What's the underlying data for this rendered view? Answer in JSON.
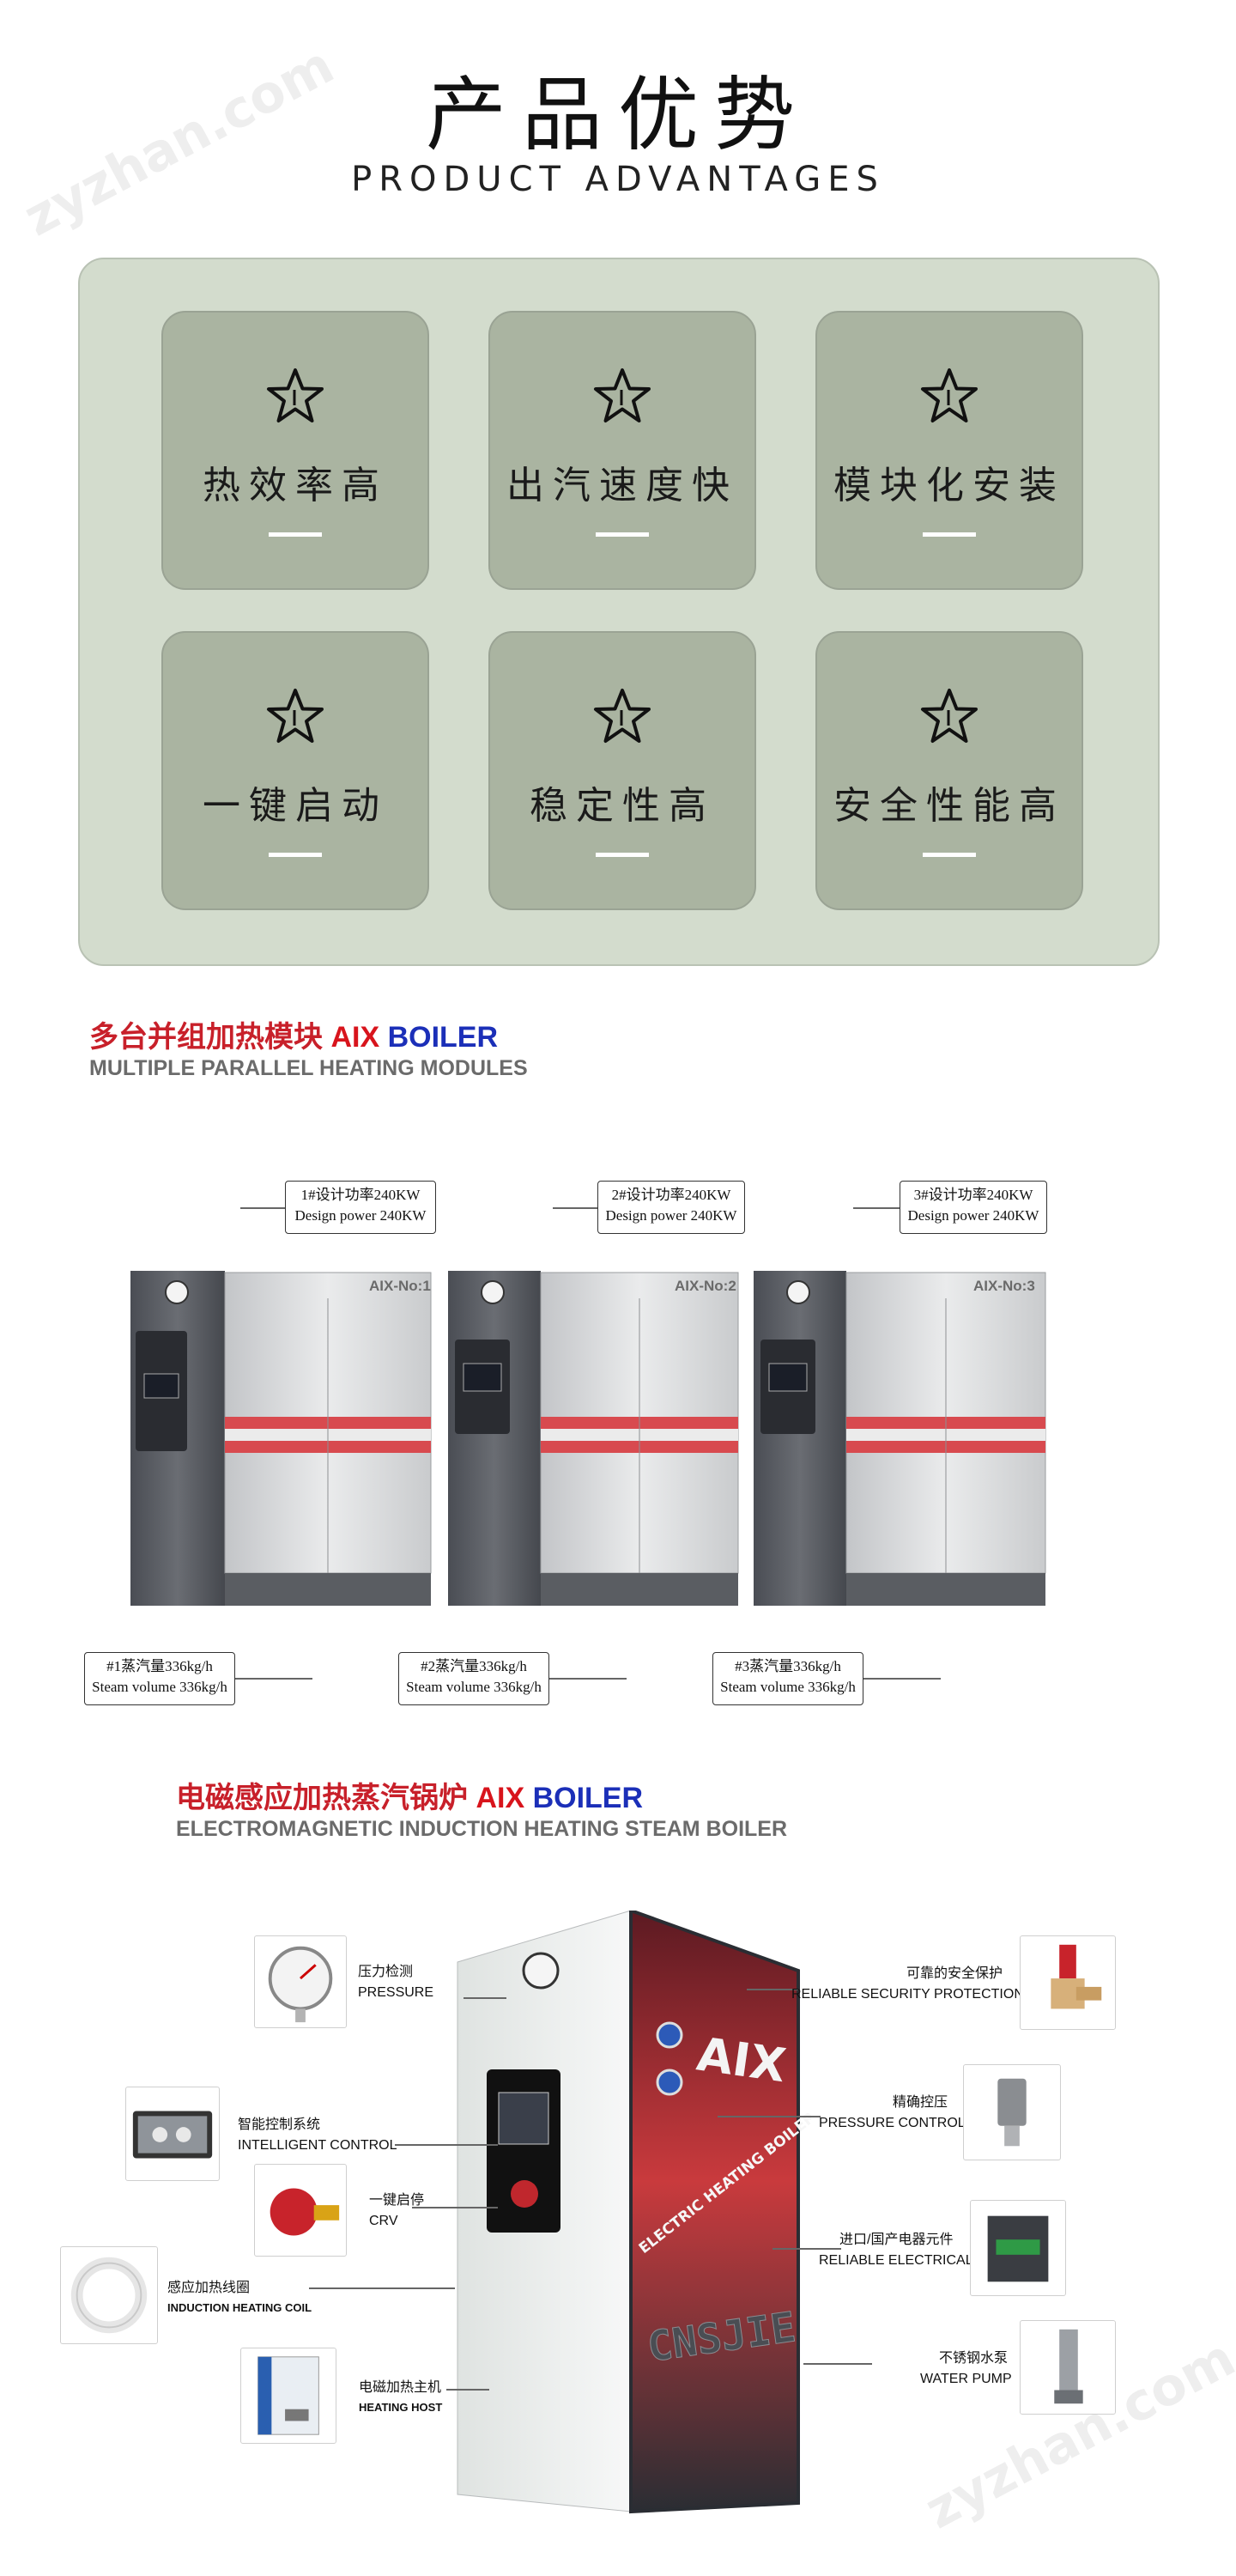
{
  "watermarks": [
    "zyzhan.com",
    "zyzhan.com"
  ],
  "header": {
    "title_zh": "产品优势",
    "title_en": "PRODUCT ADVANTAGES"
  },
  "advantages": [
    {
      "label": "热效率高",
      "icon": "star-icon"
    },
    {
      "label": "出汽速度快",
      "icon": "star-icon"
    },
    {
      "label": "模块化安装",
      "icon": "star-icon"
    },
    {
      "label": "一键启动",
      "icon": "star-icon"
    },
    {
      "label": "稳定性高",
      "icon": "star-icon"
    },
    {
      "label": "安全性能高",
      "icon": "star-icon"
    }
  ],
  "section_modules": {
    "title_zh": "多台并组加热模块",
    "brand_aix": "AIX",
    "brand_boiler": "BOILER",
    "title_en": "MULTIPLE PARALLEL HEATING MODULES",
    "units": [
      {
        "design_zh": "1#设计功率240KW",
        "design_en": "Design power 240KW",
        "model": "AIX-No:1",
        "steam_zh": "#1蒸汽量336kg/h",
        "steam_en": "Steam volume 336kg/h"
      },
      {
        "design_zh": "2#设计功率240KW",
        "design_en": "Design power 240KW",
        "model": "AIX-No:2",
        "steam_zh": "#2蒸汽量336kg/h",
        "steam_en": "Steam volume 336kg/h"
      },
      {
        "design_zh": "3#设计功率240KW",
        "design_en": "Design power 240KW",
        "model": "AIX-No:3",
        "steam_zh": "#3蒸汽量336kg/h",
        "steam_en": "Steam volume 336kg/h"
      }
    ]
  },
  "section_boiler": {
    "title_zh": "电磁感应加热蒸汽锅炉",
    "brand_aix": "AIX",
    "brand_boiler": "BOILER",
    "title_en": "ELECTROMAGNETIC INDUCTION HEATING STEAM BOILER",
    "cabinet_text": {
      "logo": "AIX",
      "banner": "ELECTRIC HEATING BOILER",
      "maker": "CNSJIE"
    },
    "left_features": [
      {
        "zh": "压力检测",
        "en": "PRESSURE",
        "icon": "pressure-gauge-icon"
      },
      {
        "zh": "智能控制系统",
        "en": "INTELLIGENT CONTROL",
        "icon": "touch-screen-icon"
      },
      {
        "zh": "一键启停",
        "en": "CRV",
        "icon": "emergency-stop-icon"
      },
      {
        "zh": "感应加热线圈",
        "en": "INDUCTION HEATING COIL",
        "icon": "coil-icon"
      },
      {
        "zh": "电磁加热主机",
        "en": "HEATING HOST",
        "icon": "heating-host-icon"
      }
    ],
    "right_features": [
      {
        "zh": "可靠的安全保护",
        "en": "RELIABLE SECURITY PROTECTION",
        "icon": "safety-valve-icon"
      },
      {
        "zh": "精确控压",
        "en": "PRESSURE CONTROL",
        "icon": "pressure-sensor-icon"
      },
      {
        "zh": "进口/国产电器元件",
        "en": "RELIABLE ELECTRICAL",
        "icon": "contactor-icon"
      },
      {
        "zh": "不锈钢水泵",
        "en": "WATER PUMP",
        "icon": "water-pump-icon"
      }
    ]
  }
}
